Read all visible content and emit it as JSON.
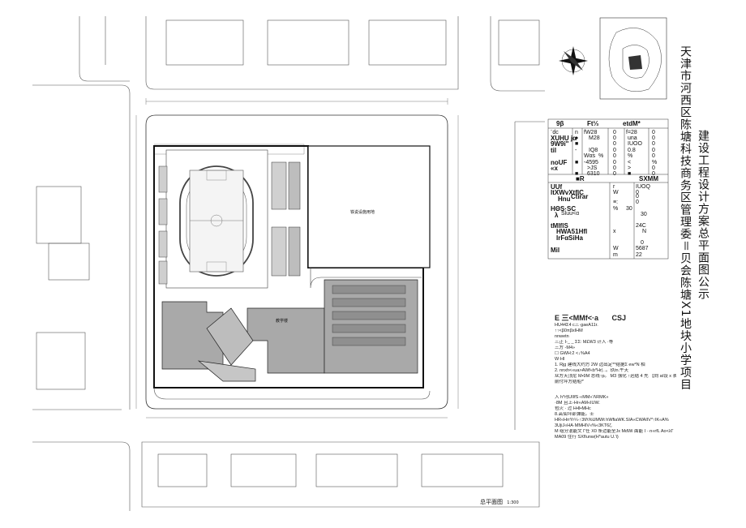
{
  "title": {
    "line1": "天津市河西区陈塘科技商务区管理委＝贝会陈塘X1地块小学项目",
    "line2": "建设工程设计方案总平面图公示"
  },
  "plan_labels": {
    "running_track_area": "铁说设施用地",
    "plan_title": "总平面图",
    "scale": "1:300",
    "teaching_bldg": "教学楼"
  },
  "stats_table": {
    "header": [
      "9β",
      "Ft⅓",
      "etdM*"
    ],
    "rows": [
      [
        "¨dc",
        "n",
        "fW28",
        "0",
        "f=28",
        "0"
      ],
      [
        "XUHU jα",
        "●",
        "M28",
        "0",
        "una",
        "0"
      ],
      [
        "9W9i\"",
        "■",
        "",
        "0",
        "IUOO",
        "0"
      ],
      [
        "til",
        "-",
        "IQ8",
        "0",
        "0.8",
        "0"
      ],
      [
        "",
        "Wαs",
        "%",
        "0",
        "%",
        "0"
      ],
      [
        "noUF",
        "■",
        "-4595",
        "0",
        "<",
        "%"
      ],
      [
        "«x",
        "",
        ">JS",
        "0",
        ">",
        "0"
      ],
      [
        "",
        "■",
        "6310",
        "0",
        "■",
        "0"
      ]
    ],
    "r_label": "■R",
    "sxmm": "SXMM",
    "kv": [
      [
        "UUf",
        "r",
        "IUOQ"
      ],
      [
        "ltXWvXtflC",
        "W",
        "0"
      ],
      [
        "Hnu",
        "Ctirar",
        "0"
      ],
      [
        "",
        "≡:",
        "0"
      ],
      [
        "HΘS·SC",
        "%",
        "30"
      ],
      [
        "λ",
        "Sluu<α",
        "30"
      ],
      [
        "",
        "",
        "24C"
      ],
      [
        "tMlflS",
        "",
        ""
      ],
      [
        "HWA51Hfl",
        "x",
        "N"
      ],
      [
        "IrFαSiHa",
        "",
        ""
      ],
      [
        "",
        "",
        "0"
      ],
      [
        "Mil",
        "W",
        "5687"
      ],
      [
        "",
        "m",
        "22"
      ]
    ]
  },
  "notes": {
    "header": "E 三<MMf<·a",
    "header2": "CSJ",
    "lines": [
      "HU44Σ4                c三·gaeA11r.",
      "                      ↑↑<β0πβxIHM",
      "           nnwetn",
      "三正 I-_ _            ΣΣ: M£W3 计入 ·等",
      "三方                 -M4»",
      "☐ GWH:2             <↓%A4",
      "W·HI",
      "1.    Rjg 建线大约方 2W 边出定**结据Σ ew*N 相",
      "2.    nnxh<«ua>AWf«b*Hr|‥。玖tn.午天",
      "      众方天顶尼 M•9M 总线↑p。 M3 强化 ↑迟结 4 先 【向 at设 x 表",
      "      前付坪方结船*'",
      "入          h*r§UIIfS·«MM»'ΛRMK»",
      "·8M 且上-Hr«AM«IUW.",
      "包火 · 过 H•Ⅱ•MHc",
      "8.高仙坪部弹能。士",
      "HR«HrrYr¼·↑3fΛ%UMWt hWfiaWK.SIA«CWAIIV*↑IK«A%",
      "3UjiJ«HA·MMHIV«%«3KT6ζ.",
      "M 组分混能文 Γ任 X0 条边能全Jx MdWi 面能 I ··n«rfL Ao<λΓ",
      "MA09 住行 SXfIunw(H*autu U.'i)"
    ]
  }
}
